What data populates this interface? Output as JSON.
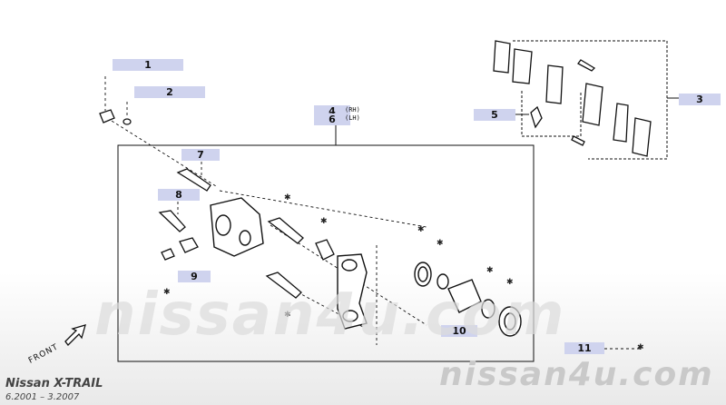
{
  "diagram": {
    "callouts": [
      {
        "id": "c1",
        "label": "1"
      },
      {
        "id": "c2",
        "label": "2"
      },
      {
        "id": "c3",
        "label": "3"
      },
      {
        "id": "c4",
        "label": "4"
      },
      {
        "id": "c5",
        "label": "5"
      },
      {
        "id": "c6",
        "label": "6"
      },
      {
        "id": "c7",
        "label": "7"
      },
      {
        "id": "c8",
        "label": "8"
      },
      {
        "id": "c9",
        "label": "9"
      },
      {
        "id": "c10",
        "label": "10"
      },
      {
        "id": "c11",
        "label": "11"
      }
    ],
    "side_rh": "(RH)",
    "side_lh": "(LH)",
    "asterisk": "✱",
    "front_label": "FRONT",
    "colors": {
      "line": "#111111",
      "callout_bg": "#cfd3ee",
      "watermark": "#dcdcdc"
    }
  },
  "footer": {
    "model": "Nissan X-TRAIL",
    "dates": "6.2001 – 3.2007",
    "watermark": "nissan4u.com",
    "watermark_large": "nissan4u.com"
  }
}
